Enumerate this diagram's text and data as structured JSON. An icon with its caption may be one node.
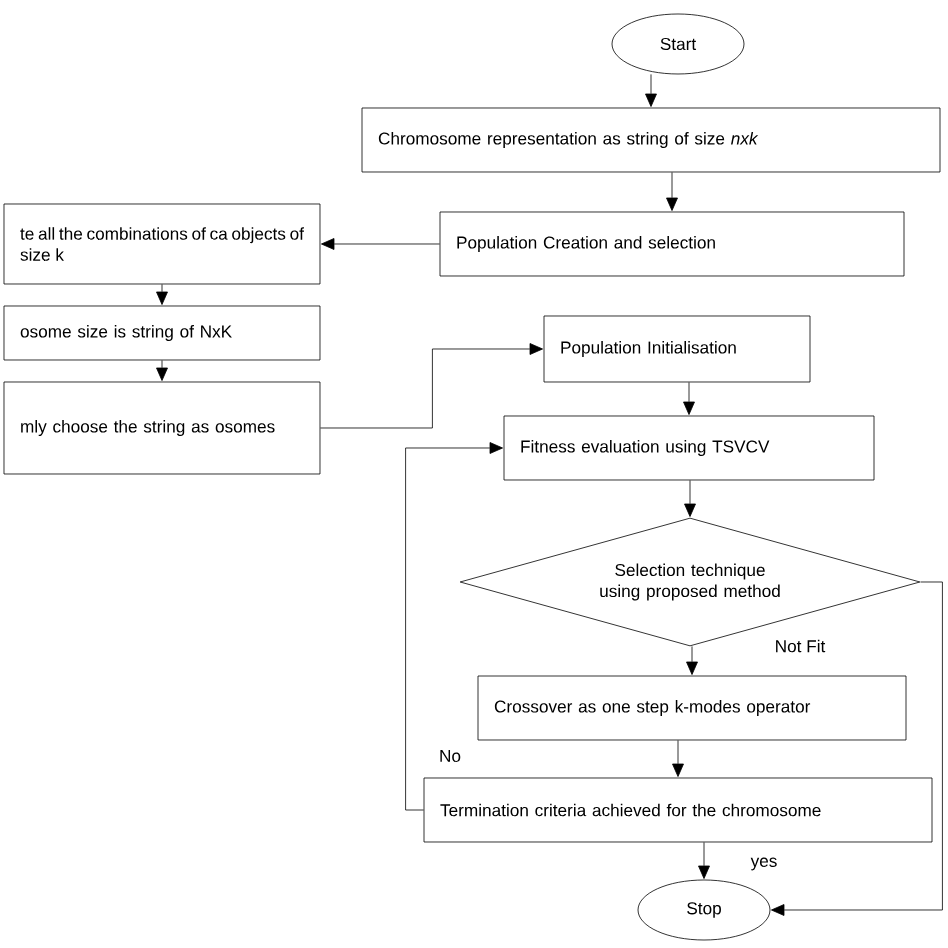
{
  "diagram": {
    "nodes": [
      {
        "text": [
          "Start"
        ]
      },
      {
        "text": [
          "Chromosome representation as string of size *nxk*"
        ]
      },
      {
        "text": [
          "Population Creation and selection"
        ]
      },
      {
        "text": [
          "te all the combinations of ca objects of size k"
        ]
      },
      {
        "text": [
          "osome size is string of NxK"
        ]
      },
      {
        "text": [
          "mly choose the string as osomes"
        ]
      },
      {
        "text": [
          "Population Initialisation"
        ]
      },
      {
        "text": [
          "Fitness evaluation using TSVCV"
        ]
      },
      {
        "text": [
          "Selection technique using proposed method"
        ]
      },
      {
        "text": [
          "Crossover as one step k-modes operator"
        ]
      },
      {
        "text": [
          "Termination criteria achieved for the chromosome"
        ]
      },
      {
        "text": [
          "Stop"
        ]
      }
    ],
    "edges": [
      {
        "from": 0,
        "to": 1,
        "arrow": "to"
      },
      {
        "from": 1,
        "to": 2,
        "arrow": "to"
      },
      {
        "from": 2,
        "to": 3,
        "arrow": "to"
      },
      {
        "from": 3,
        "to": 4,
        "arrow": "to"
      },
      {
        "from": 4,
        "to": 5,
        "arrow": "to"
      },
      {
        "from": 5,
        "to": 6,
        "arrow": "to"
      },
      {
        "from": 6,
        "to": 7,
        "arrow": "to"
      },
      {
        "from": 7,
        "to": 8,
        "arrow": "to"
      },
      {
        "from": 8,
        "to": 9,
        "arrow": "to",
        "label": "Not Fit"
      },
      {
        "from": 9,
        "to": 10,
        "arrow": "to"
      },
      {
        "from": 10,
        "to": 7,
        "arrow": "to",
        "label": "No"
      },
      {
        "from": 10,
        "to": 11,
        "arrow": "to",
        "label": "yes"
      },
      {
        "from": 8,
        "to": 11,
        "arrow": "to"
      }
    ]
  }
}
